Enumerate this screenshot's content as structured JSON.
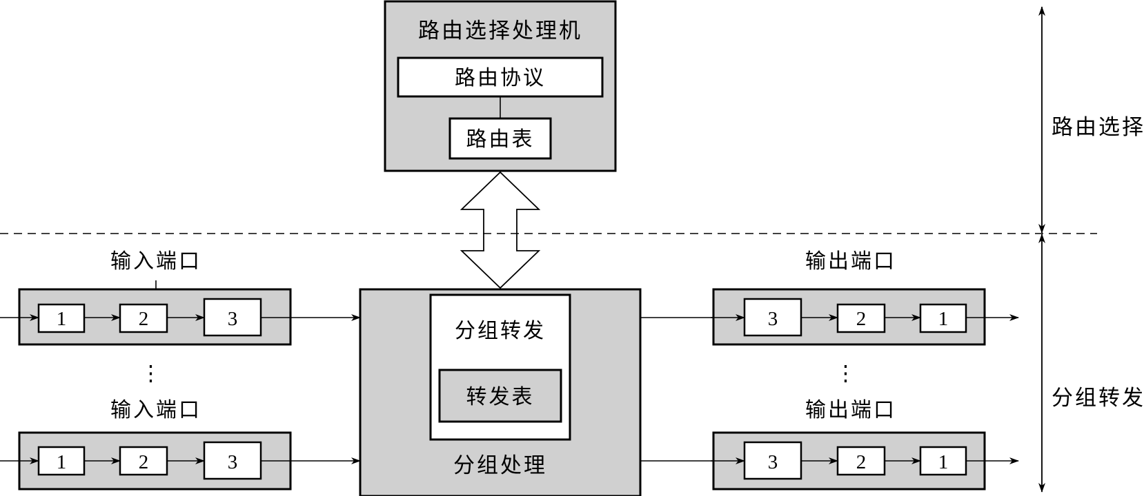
{
  "routing_processor": {
    "title": "路由选择处理机",
    "protocol_label": "路由协议",
    "table_label": "路由表"
  },
  "packet_processing": {
    "title": "分组处理",
    "forwarding_label": "分组转发",
    "forwarding_table_label": "转发表"
  },
  "input_ports": {
    "label_top": "输入端口",
    "label_bottom": "输入端口",
    "cells": [
      "1",
      "2",
      "3"
    ],
    "ellipsis": "⋮"
  },
  "output_ports": {
    "label_top": "输出端口",
    "label_bottom": "输出端口",
    "cells": [
      "3",
      "2",
      "1"
    ],
    "ellipsis": "⋮"
  },
  "layers": {
    "routing": "路由选择",
    "forwarding": "分组转发"
  }
}
